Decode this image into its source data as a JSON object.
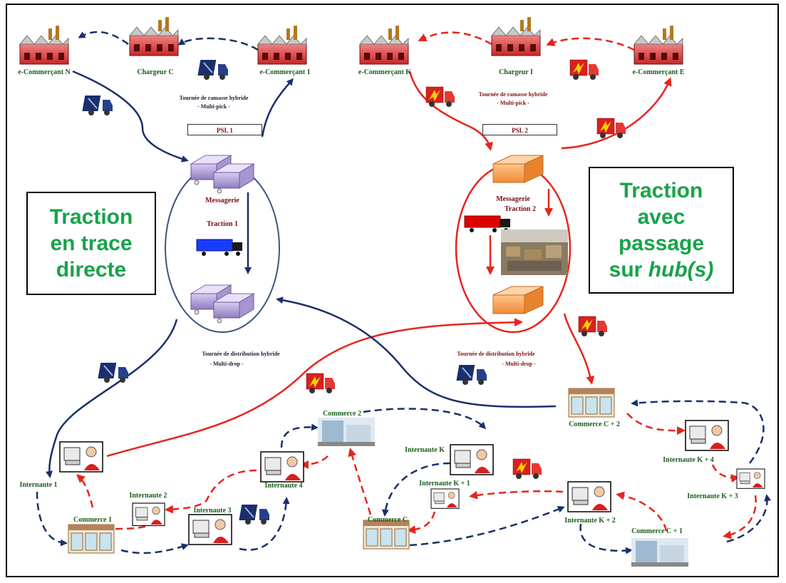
{
  "top_left": {
    "ecommercant_n": "e-Commerçant N",
    "chargeur_c": "Chargeur C",
    "ecommercant_1": "e-Commerçant 1",
    "tournee_title": "Tournée de ramasse hybride",
    "tournee_sub": "- Multi-pick -",
    "psl": "PSL 1"
  },
  "top_right": {
    "ecommercant_k": "e-Commerçant K",
    "chargeur_i": "Chargeur I",
    "ecommercant_e": "e-Commerçant E",
    "tournee_title": "Tournée de ramasse hybride",
    "tournee_sub": "- Multi-pick -",
    "psl": "PSL 2"
  },
  "hub_left": {
    "messagerie": "Messagerie",
    "traction": "Traction 1"
  },
  "hub_right": {
    "messagerie": "Messagerie",
    "traction": "Traction 2"
  },
  "box_left": {
    "line1": "Traction",
    "line2": "en trace",
    "line3": "directe"
  },
  "box_right": {
    "line1": "Traction",
    "line2": "avec",
    "line3": "passage",
    "line4_prefix": "sur ",
    "line4_italic": "hub(s)"
  },
  "distribution_left": {
    "title": "Tournée de distribution hybride",
    "sub": "- Multi-drop -"
  },
  "distribution_right": {
    "title": "Tournée de distribution hybride",
    "sub": "- Multi-drop -"
  },
  "bottom": {
    "internaute_1": "Internaute 1",
    "internaute_2": "Internaute 2",
    "internaute_3": "Internaute 3",
    "internaute_4": "Internaute 4",
    "commerce_1": "Commerce 1",
    "commerce_2": "Commerce 2",
    "internaute_k": "Internaute K",
    "internaute_k1": "Internaute K + 1",
    "internaute_k2": "Internaute K + 2",
    "internaute_k3": "Internaute K + 3",
    "internaute_k4": "Internaute K + 4",
    "commerce_c": "Commerce C",
    "commerce_c1": "Commerce C + 1",
    "commerce_c2": "Commerce C + 2"
  },
  "colors": {
    "navy": "#1a2f6b",
    "red": "#e8241c",
    "green": "#17a34a"
  }
}
